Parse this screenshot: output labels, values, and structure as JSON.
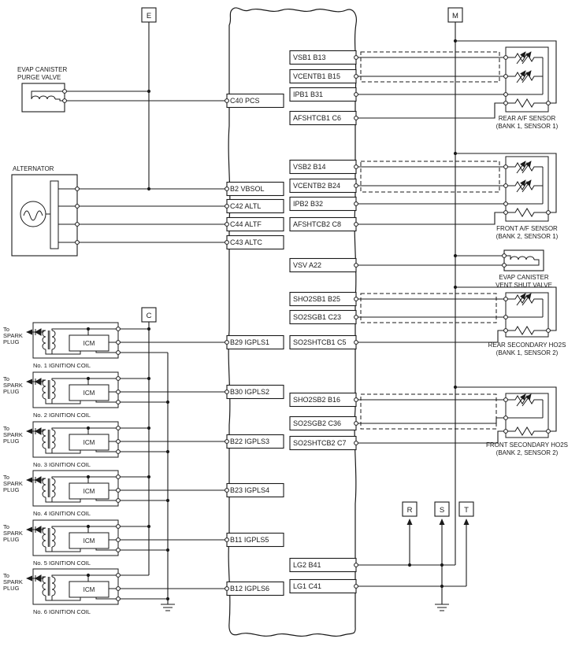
{
  "connectors": {
    "e": "E",
    "m": "M",
    "c": "C",
    "r": "R",
    "s": "S",
    "t": "T"
  },
  "pins_left": [
    "C40 PCS",
    "B2 VBSOL",
    "C42 ALTL",
    "C44 ALTF",
    "C43 ALTC",
    "B29 IGPLS1",
    "B30 IGPLS2",
    "B22 IGPLS3",
    "B23 IGPLS4",
    "B11 IGPLS5",
    "B12 IGPLS6"
  ],
  "pins_right": [
    "VSB1 B13",
    "VCENTB1 B15",
    "IPB1 B31",
    "AFSHTCB1 C6",
    "VSB2 B14",
    "VCENTB2 B24",
    "IPB2 B32",
    "AFSHTCB2 C8",
    "VSV A22",
    "SHO2SB1 B25",
    "SO2SGB1 C23",
    "SO2SHTCB1 C5",
    "SHO2SB2 B16",
    "SO2SGB2 C36",
    "SO2SHTCB2 C7",
    "LG2 B41",
    "LG1 C41"
  ],
  "purge_valve": {
    "l1": "EVAP CANISTER",
    "l2": "PURGE VALVE"
  },
  "alternator": {
    "label": "ALTERNATOR"
  },
  "coil": {
    "to": "To",
    "spark": "SPARK",
    "plug": "PLUG",
    "icm": "ICM"
  },
  "coil_names": [
    "No. 1 IGNITION COIL",
    "No. 2 IGNITION COIL",
    "No. 3 IGNITION COIL",
    "No. 4 IGNITION COIL",
    "No. 5 IGNITION COIL",
    "No. 6 IGNITION COIL"
  ],
  "rear_af": {
    "l1": "REAR A/F SENSOR",
    "l2": "(BANK 1, SENSOR 1)"
  },
  "front_af": {
    "l1": "FRONT A/F SENSOR",
    "l2": "(BANK 2, SENSOR 1)"
  },
  "vent_valve": {
    "l1": "EVAP CANISTER",
    "l2": "VENT SHUT VALVE"
  },
  "rear_ho2s": {
    "l1": "REAR SECONDARY HO2S",
    "l2": "(BANK 1, SENSOR 2)"
  },
  "front_ho2s": {
    "l1": "FRONT SECONDARY HO2S",
    "l2": "(BANK 2, SENSOR 2)"
  },
  "colors": {
    "ink": "#1a1a1a",
    "background": "#ffffff"
  }
}
